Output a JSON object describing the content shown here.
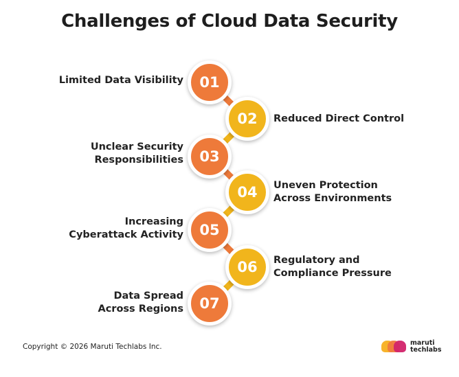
{
  "title": "Challenges of Cloud Data Security",
  "colors": {
    "orange": "#ee7a3a",
    "yellow": "#f1b51c",
    "text": "#222222"
  },
  "steps": [
    {
      "number": "01",
      "label_lines": [
        "Limited Data Visibility"
      ],
      "side": "left",
      "color": "orange"
    },
    {
      "number": "02",
      "label_lines": [
        "Reduced Direct Control"
      ],
      "side": "right",
      "color": "yellow"
    },
    {
      "number": "03",
      "label_lines": [
        "Unclear Security",
        "Responsibilities"
      ],
      "side": "left",
      "color": "orange"
    },
    {
      "number": "04",
      "label_lines": [
        "Uneven Protection",
        "Across Environments"
      ],
      "side": "right",
      "color": "yellow"
    },
    {
      "number": "05",
      "label_lines": [
        "Increasing",
        "Cyberattack Activity"
      ],
      "side": "left",
      "color": "orange"
    },
    {
      "number": "06",
      "label_lines": [
        "Regulatory and",
        "Compliance Pressure"
      ],
      "side": "right",
      "color": "yellow"
    },
    {
      "number": "07",
      "label_lines": [
        "Data Spread",
        "Across Regions"
      ],
      "side": "left",
      "color": "orange"
    }
  ],
  "footer": {
    "copyright": "Copyright © 2026 Maruti Techlabs Inc."
  },
  "logo": {
    "line1": "maruti",
    "line2": "techlabs"
  }
}
